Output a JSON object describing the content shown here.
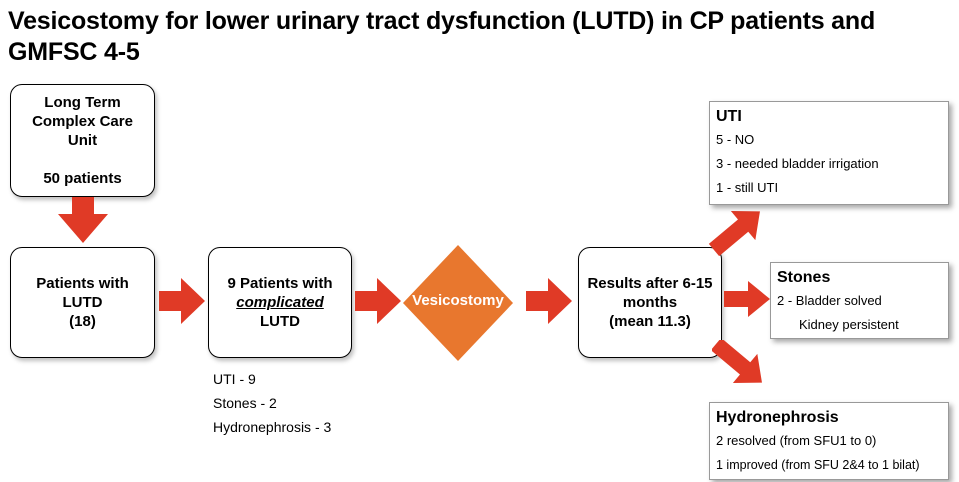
{
  "title": "Vesicostomy for lower urinary tract dysfunction (LUTD) in CP patients and GMFSC 4-5",
  "box1": {
    "lines": [
      "Long Term",
      "Complex Care",
      "Unit"
    ],
    "count": "50 patients"
  },
  "box2": {
    "lines": [
      "Patients with",
      "LUTD",
      "(18)"
    ]
  },
  "box3": {
    "line1": "9 Patients with",
    "emph": "complicated",
    "line3": "LUTD"
  },
  "diamond": {
    "label": "Vesicostomy",
    "color": "#E8772E"
  },
  "box4": {
    "lines": [
      "Results after 6-15",
      "months",
      "(mean 11.3)"
    ]
  },
  "complications": [
    "UTI - 9",
    "Stones - 2",
    "Hydronephrosis - 3"
  ],
  "results": {
    "uti": {
      "heading": "UTI",
      "rows": [
        "5 - NO",
        "3 - needed bladder irrigation",
        "1 - still UTI"
      ]
    },
    "stones": {
      "heading": "Stones",
      "rows": [
        "2 - Bladder solved",
        "Kidney persistent"
      ]
    },
    "hydro": {
      "heading": "Hydronephrosis",
      "rows": [
        "2 resolved (from SFU1 to 0)",
        "1 improved (from SFU 2&4 to 1 bilat)"
      ]
    }
  },
  "colors": {
    "arrow": "#E03A26"
  }
}
